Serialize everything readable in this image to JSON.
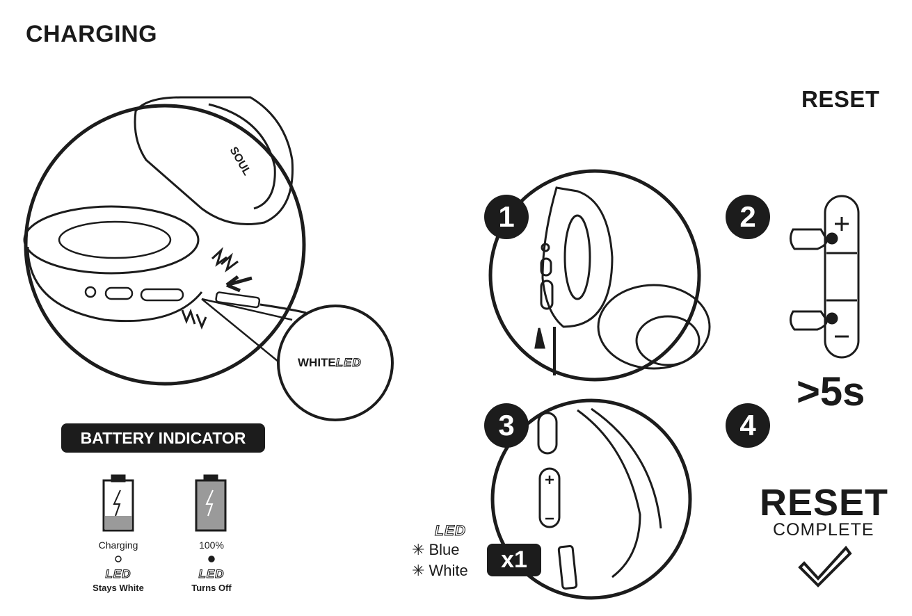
{
  "charging": {
    "title": "CHARGING",
    "callout_white": "WHITE",
    "callout_led": "LED"
  },
  "battery": {
    "label": "BATTERY INDICATOR",
    "states": [
      {
        "caption": "Charging",
        "led": "LED",
        "status": "Stays White"
      },
      {
        "caption": "100%",
        "led": "LED",
        "status": "Turns Off"
      }
    ]
  },
  "reset": {
    "title": "RESET",
    "steps": [
      "1",
      "2",
      "3",
      "4"
    ],
    "step2_time": ">5s",
    "step3_led_title": "LED",
    "step3_colors": [
      "Blue",
      "White"
    ],
    "step3_count": "x1",
    "complete_big": "RESET",
    "complete_small": "COMPLETE"
  }
}
